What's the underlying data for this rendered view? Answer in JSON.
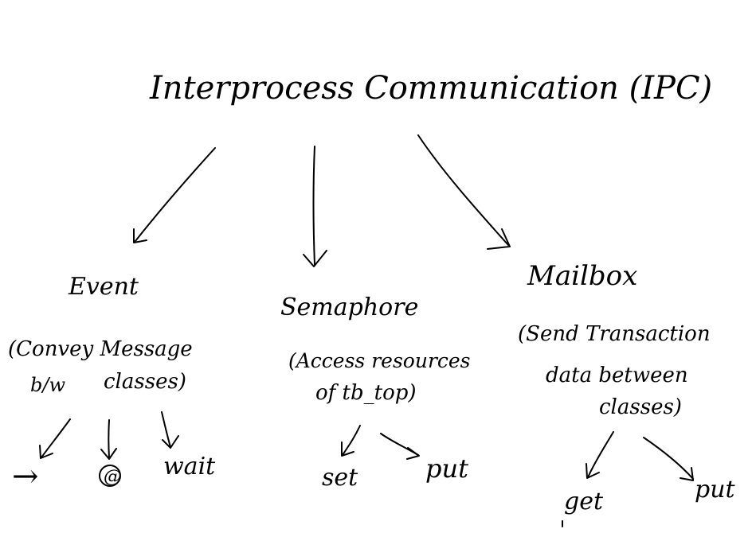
{
  "colors": {
    "ink": "#000000",
    "paper": "#ffffff"
  },
  "title": "Interprocess Communication (IPC)",
  "branches": [
    {
      "name": "Event",
      "description": [
        "(Convey Message",
        "b/w",
        "classes)"
      ],
      "children": [
        "→",
        "@",
        "wait"
      ]
    },
    {
      "name": "Semaphore",
      "description": [
        "(Access resources",
        "of tb_top)"
      ],
      "children": [
        "set",
        "put"
      ]
    },
    {
      "name": "Mailbox",
      "description": [
        "(Send Transaction",
        "data between",
        "classes)"
      ],
      "children": [
        "get",
        "put"
      ]
    }
  ]
}
